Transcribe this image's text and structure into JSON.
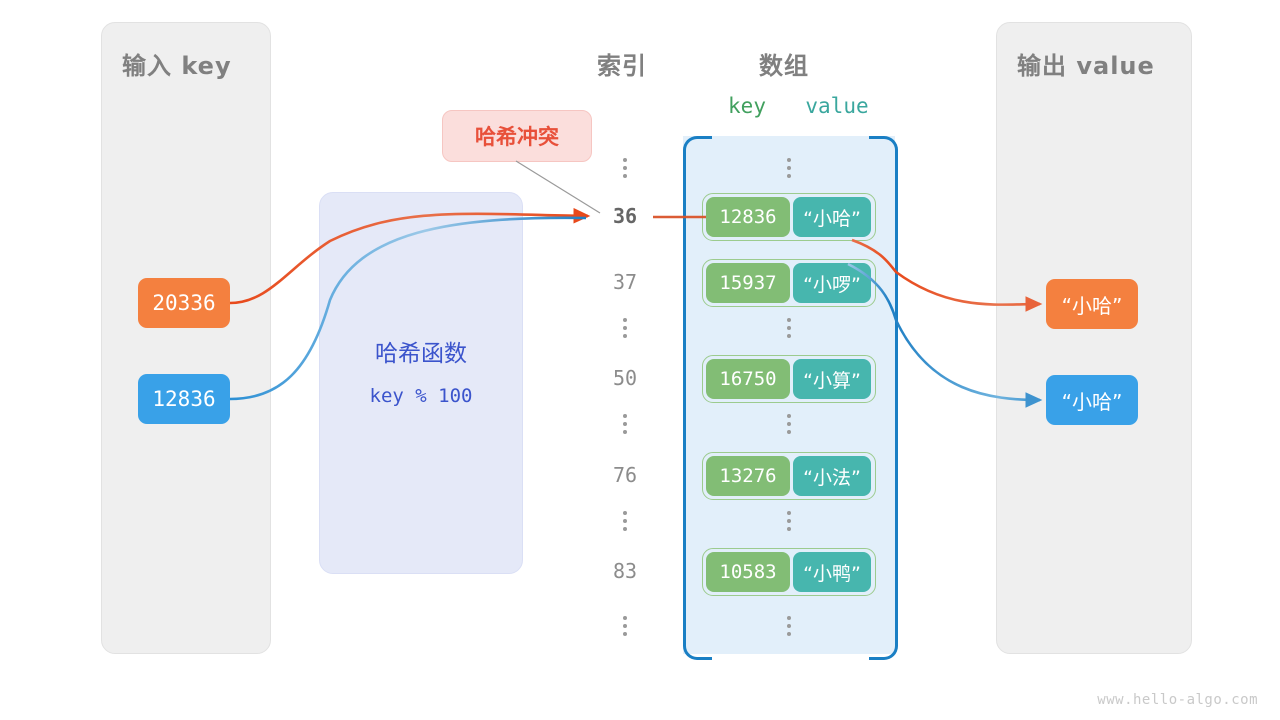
{
  "panels": {
    "input": {
      "title": "输入 key"
    },
    "output": {
      "title": "输出 value"
    }
  },
  "columns": {
    "index_title": "索引",
    "array_title": "数组",
    "key_header": "key",
    "value_header": "value"
  },
  "hash_function": {
    "title": "哈希函数",
    "formula": "key % 100"
  },
  "collision": {
    "label": "哈希冲突"
  },
  "input_keys": [
    {
      "value": "20336",
      "color": "#f4803f"
    },
    {
      "value": "12836",
      "color": "#39a1e8"
    }
  ],
  "output_values": [
    {
      "value": "“小哈”",
      "color": "#f4803f"
    },
    {
      "value": "“小哈”",
      "color": "#39a1e8"
    }
  ],
  "array_rows": [
    {
      "index": "⋮",
      "type": "dots"
    },
    {
      "index": "36",
      "type": "entry",
      "key": "12836",
      "value": "“小哈”",
      "highlight": true
    },
    {
      "index": "37",
      "type": "entry",
      "key": "15937",
      "value": "“小啰”",
      "highlight": false
    },
    {
      "index": "⋮",
      "type": "dots"
    },
    {
      "index": "50",
      "type": "entry",
      "key": "16750",
      "value": "“小算”",
      "highlight": false
    },
    {
      "index": "⋮",
      "type": "dots"
    },
    {
      "index": "76",
      "type": "entry",
      "key": "13276",
      "value": "“小法”",
      "highlight": false
    },
    {
      "index": "⋮",
      "type": "dots"
    },
    {
      "index": "83",
      "type": "entry",
      "key": "10583",
      "value": "“小鸭”",
      "highlight": false
    },
    {
      "index": "⋮",
      "type": "dots"
    }
  ],
  "watermark": "www.hello-algo.com",
  "colors": {
    "panel_bg": "#efefef",
    "array_bg": "#e2effa",
    "array_border": "#1a7fc4",
    "hash_bg": "#e5e9f8",
    "hash_text": "#3b54cc",
    "collision_bg": "#fbdedc",
    "collision_text": "#e8503a",
    "key_cell": "#82bd75",
    "value_cell": "#47b6ae",
    "orange": "#f4803f",
    "blue": "#39a1e8"
  }
}
